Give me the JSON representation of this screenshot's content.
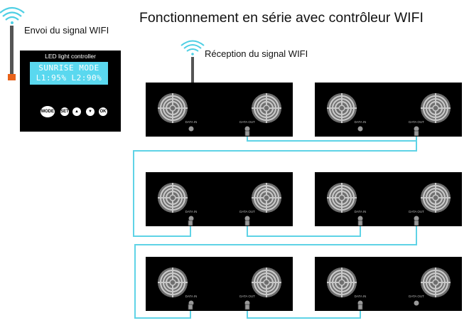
{
  "title": "Fonctionnement en série avec contrôleur WIFI",
  "send_label": "Envoi du signal WIFI",
  "receive_label": "Réception du signal WIFI",
  "controller": {
    "caption": "LED light controller",
    "lcd_line1": "SUNRISE MODE",
    "lcd_line2": "L1:95%  L2:90%",
    "buttons": {
      "mode": "MODE",
      "set": "SET",
      "up": "▲",
      "down": "▼",
      "ok": "OK"
    }
  },
  "ports": {
    "data_in": "DATA IN",
    "data_out": "DATA OUT"
  },
  "colors": {
    "cable": "#5fd3e6",
    "wifi": "#4ecfe4",
    "lcd": "#5ad8ef",
    "unit": "#000000"
  }
}
